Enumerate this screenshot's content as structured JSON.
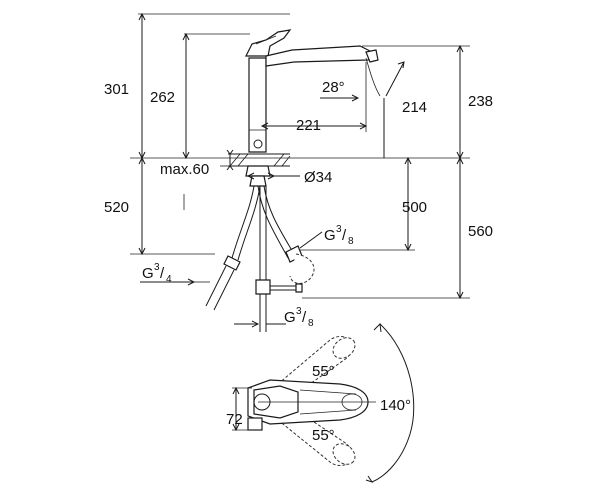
{
  "labels": {
    "d301": "301",
    "d262": "262",
    "d28": "28°",
    "d221": "221",
    "d214": "214",
    "d238": "238",
    "max60": "max.60",
    "d34": "Ø34",
    "d520": "520",
    "d500": "500",
    "d560": "560",
    "g38_top_prefix": "G",
    "g38_top_num": "3",
    "g38_top_den": "8",
    "g34_prefix": "G",
    "g34_num": "3",
    "g34_den": "4",
    "g38_bot_prefix": "G",
    "g38_bot_num": "3",
    "g38_bot_den": "8",
    "d55_top": "55°",
    "d55_bot": "55°",
    "d140": "140°",
    "d72": "72"
  },
  "colors": {
    "line": "#1a1a1a",
    "background": "#ffffff"
  }
}
